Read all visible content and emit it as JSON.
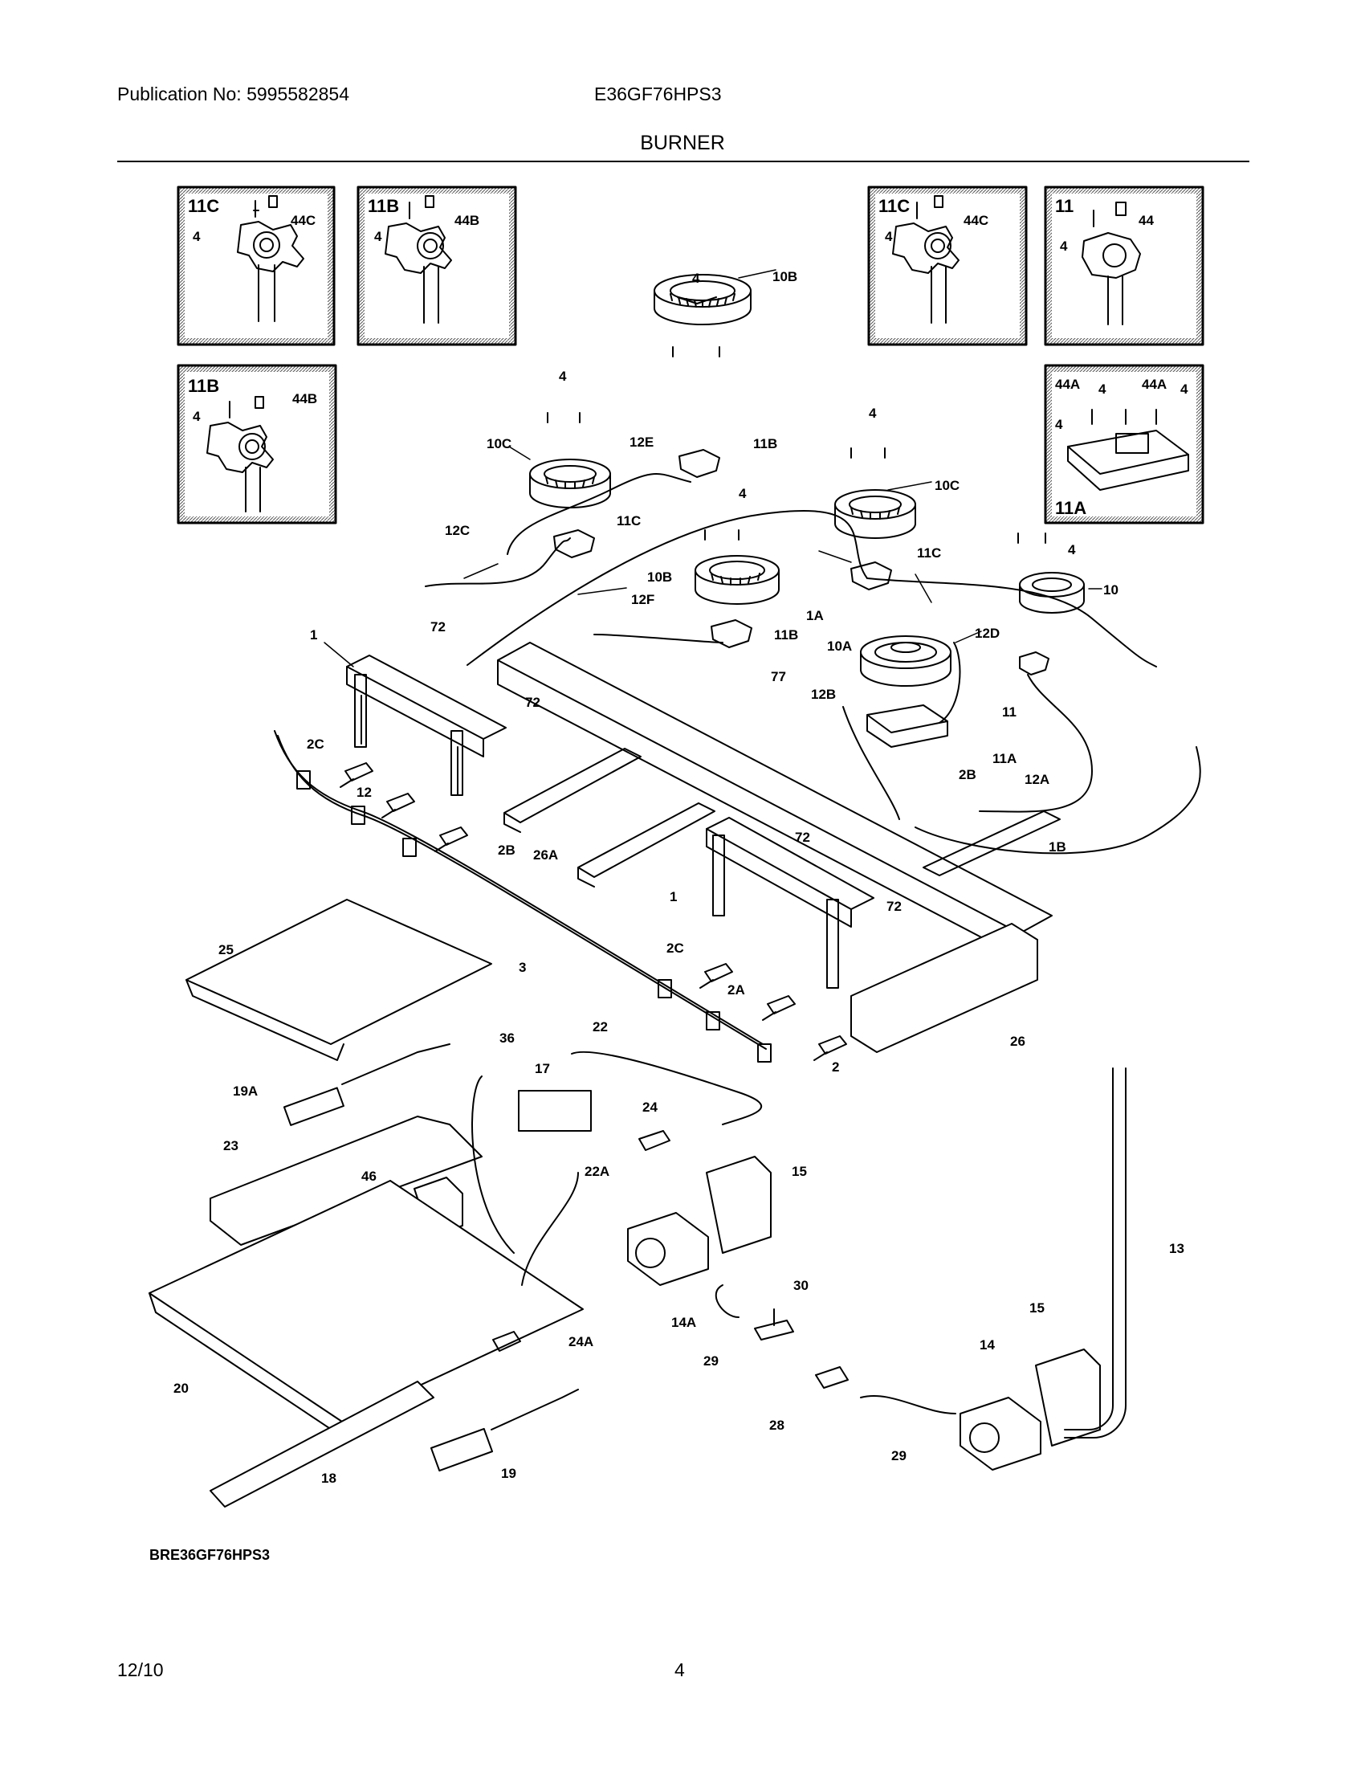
{
  "header": {
    "publication": "Publication No: 5995582854",
    "model": "E36GF76HPS3",
    "section": "BURNER"
  },
  "footer": {
    "date": "12/10",
    "page": "4"
  },
  "diagram": {
    "code": "BRE36GF76HPS3",
    "inset_boxes": [
      {
        "label": "11C",
        "callouts": [
          "4",
          "44C"
        ]
      },
      {
        "label": "11B",
        "callouts": [
          "4",
          "44B"
        ]
      },
      {
        "label": "11C",
        "callouts": [
          "4",
          "44C"
        ]
      },
      {
        "label": "11",
        "callouts": [
          "4",
          "44"
        ]
      },
      {
        "label": "11B",
        "callouts": [
          "4",
          "44B"
        ]
      },
      {
        "label": "11A",
        "callouts": [
          "44A",
          "4",
          "44A",
          "4",
          "4"
        ]
      }
    ],
    "part_callouts": [
      "4",
      "10B",
      "4",
      "12E",
      "11B",
      "10C",
      "4",
      "10C",
      "11C",
      "4",
      "12C",
      "11C",
      "10B",
      "1A",
      "4",
      "10",
      "72",
      "12F",
      "1",
      "11B",
      "10A",
      "12D",
      "72",
      "77",
      "12B",
      "11",
      "2C",
      "11A",
      "12",
      "2B",
      "12A",
      "2B",
      "26A",
      "72",
      "1B",
      "1",
      "72",
      "3",
      "25",
      "2C",
      "2A",
      "26",
      "36",
      "22",
      "17",
      "24",
      "2",
      "19A",
      "22A",
      "15",
      "23",
      "46",
      "13",
      "14A",
      "30",
      "15",
      "24A",
      "29",
      "14",
      "20",
      "28",
      "29",
      "18",
      "19"
    ]
  }
}
